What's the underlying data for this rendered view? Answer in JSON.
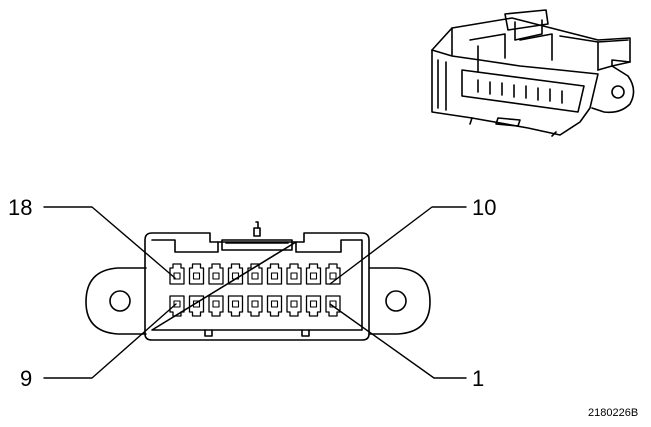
{
  "labels": {
    "pin_18": "18",
    "pin_10": "10",
    "pin_9": "9",
    "pin_1": "1"
  },
  "figure_ref": "2180226B",
  "colors": {
    "line": "#000000",
    "background": "#ffffff"
  }
}
